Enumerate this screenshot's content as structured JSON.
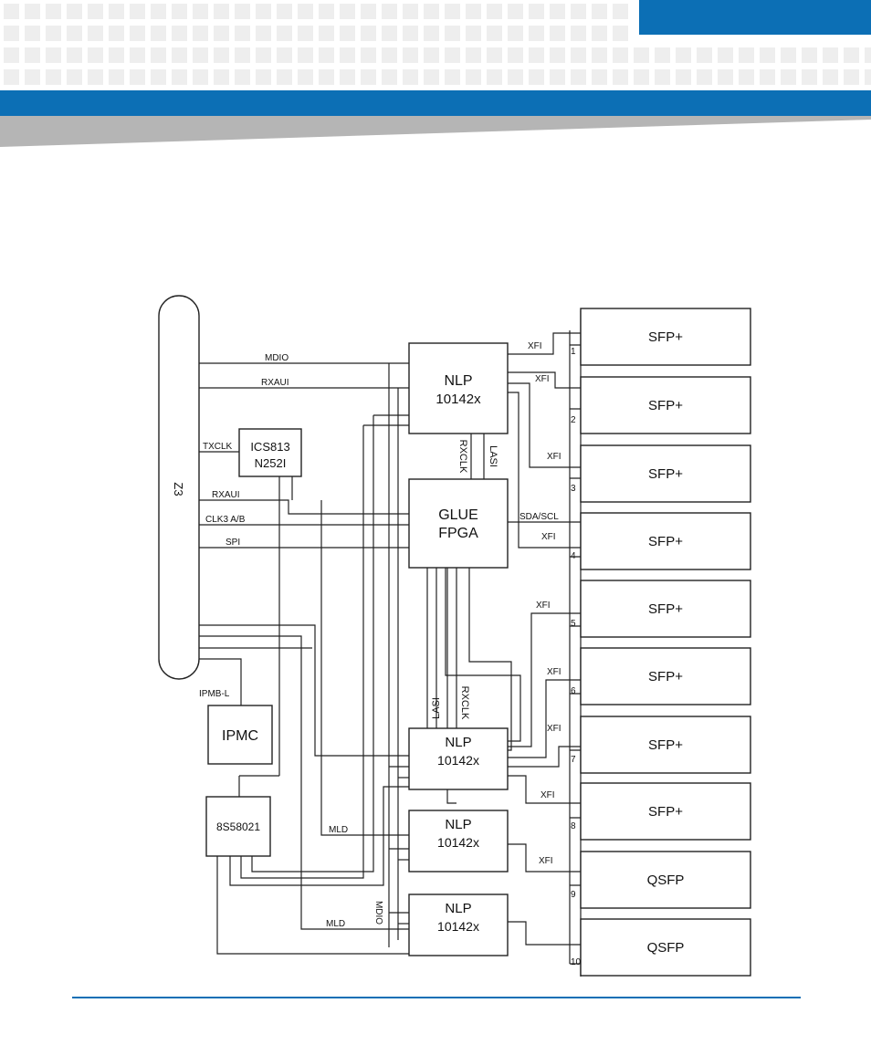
{
  "colors": {
    "accent_blue": "#0c6fb5",
    "header_tile": "#eeeeee",
    "gray_band": "#b5b5b5",
    "line": "#222222"
  },
  "diagram": {
    "backplane": "Z3",
    "blocks": {
      "nlp_top": [
        "NLP",
        "10142x"
      ],
      "glue": [
        "GLUE",
        "FPGA"
      ],
      "ics": [
        "ICS813",
        "N252I"
      ],
      "ipmc": "IPMC",
      "clock": "8S58021",
      "nlp_mid": [
        "NLP",
        "10142x"
      ],
      "nlp_low": [
        "NLP",
        "10142x"
      ],
      "nlp_bot": [
        "NLP",
        "10142x"
      ]
    },
    "ports": [
      {
        "num": "1",
        "name": "SFP+"
      },
      {
        "num": "2",
        "name": "SFP+"
      },
      {
        "num": "3",
        "name": "SFP+"
      },
      {
        "num": "4",
        "name": "SFP+"
      },
      {
        "num": "5",
        "name": "SFP+"
      },
      {
        "num": "6",
        "name": "SFP+"
      },
      {
        "num": "7",
        "name": "SFP+"
      },
      {
        "num": "8",
        "name": "SFP+"
      },
      {
        "num": "9",
        "name": "QSFP"
      },
      {
        "num": "10",
        "name": "QSFP"
      }
    ],
    "labels": {
      "mdio": "MDIO",
      "rxaui": "RXAUI",
      "txclk": "TXCLK",
      "rxaui2": "RXAUI",
      "clk3": "CLK3 A/B",
      "spi": "SPI",
      "ipmb": "IPMB-L",
      "mld1": "MLD",
      "mld2": "MLD",
      "mdio2": "MDIO",
      "rxclk_top": "RXCLK",
      "lasi_top": "LASI",
      "lasi_bot": "LASI",
      "rxclk_bot": "RXCLK",
      "sda_scl": "SDA/SCL",
      "xfi": "XFI"
    }
  }
}
